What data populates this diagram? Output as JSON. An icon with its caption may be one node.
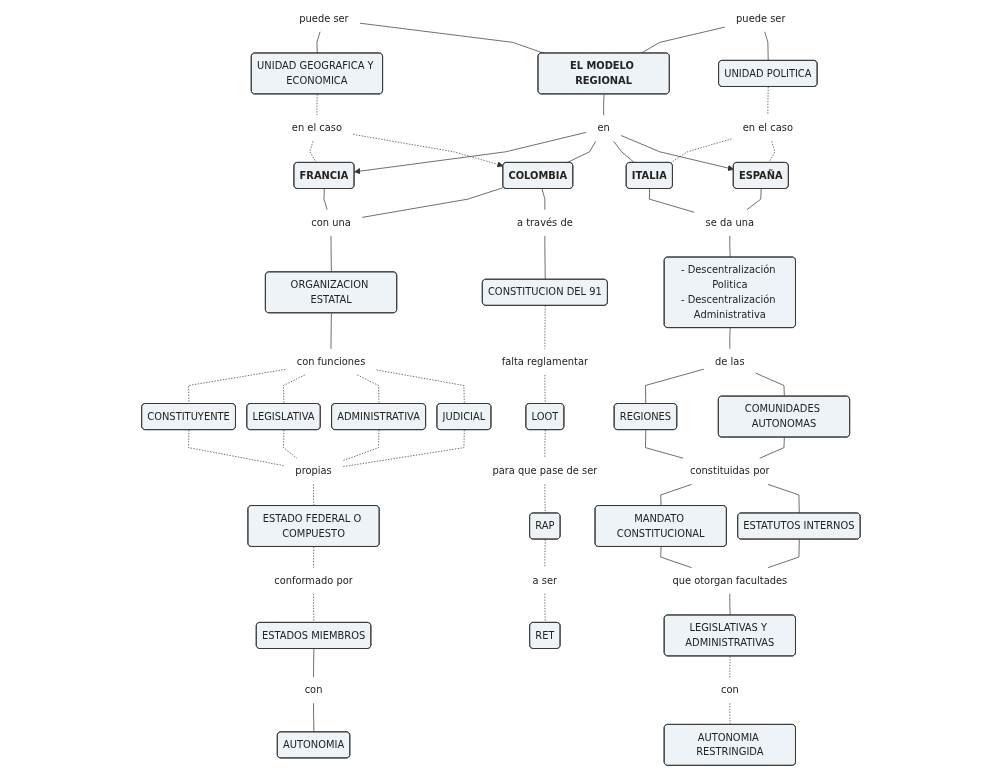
{
  "diagram": {
    "nodes": [
      {
        "text": [
          "UNIDAD GEOGRAFICA Y ECONOMICA"
        ]
      },
      {
        "text": [
          "puede ser"
        ]
      },
      {
        "text": [
          "EL MODELO REGIONAL"
        ]
      },
      {
        "text": [
          "puede ser"
        ]
      },
      {
        "text": [
          "UNIDAD POLITICA"
        ]
      },
      {
        "text": [
          "en el caso"
        ]
      },
      {
        "text": [
          "en"
        ]
      },
      {
        "text": [
          "en el caso"
        ]
      },
      {
        "text": [
          "FRANCIA"
        ]
      },
      {
        "text": [
          "COLOMBIA"
        ]
      },
      {
        "text": [
          "ITALIA"
        ]
      },
      {
        "text": [
          "ESPAÑA"
        ]
      },
      {
        "text": [
          "con una"
        ]
      },
      {
        "text": [
          "a través de"
        ]
      },
      {
        "text": [
          "se da una"
        ]
      },
      {
        "text": [
          "ORGANIZACION ESTATAL"
        ]
      },
      {
        "text": [
          "CONSTITUCION DEL 91"
        ]
      },
      {
        "text": [
          "- Descentralización Politica",
          "- Descentralización Administrativa"
        ]
      },
      {
        "text": [
          "con funciones"
        ]
      },
      {
        "text": [
          "falta reglamentar"
        ]
      },
      {
        "text": [
          "de las"
        ]
      },
      {
        "text": [
          "CONSTITUYENTE"
        ]
      },
      {
        "text": [
          "REGIONES"
        ]
      },
      {
        "text": [
          "COMUNIDADES AUTONOMAS"
        ]
      },
      {
        "text": [
          "LEGISLATIVA"
        ]
      },
      {
        "text": [
          "LOOT"
        ]
      },
      {
        "text": [
          "ADMINISTRATIVA"
        ]
      },
      {
        "text": [
          "constituidas por"
        ]
      },
      {
        "text": [
          "para que pase de ser"
        ]
      },
      {
        "text": [
          "JUDICIAL"
        ]
      },
      {
        "text": [
          "propias"
        ]
      },
      {
        "text": [
          "MANDATO CONSTITUCIONAL"
        ]
      },
      {
        "text": [
          "ESTATUTOS INTERNOS"
        ]
      },
      {
        "text": [
          "RAP"
        ]
      },
      {
        "text": [
          "ESTADO FEDERAL O COMPUESTO"
        ]
      },
      {
        "text": [
          "que otorgan facultades"
        ]
      },
      {
        "text": [
          "a ser"
        ]
      },
      {
        "text": [
          "conformado por"
        ]
      },
      {
        "text": [
          "RET"
        ]
      },
      {
        "text": [
          "ESTADOS MIEMBROS"
        ]
      },
      {
        "text": [
          "LEGISLATIVAS Y ADMINISTRATIVAS"
        ]
      },
      {
        "text": [
          "con"
        ]
      },
      {
        "text": [
          "con"
        ]
      },
      {
        "text": [
          "AUTONOMIA"
        ]
      },
      {
        "text": [
          "AUTONOMIA RESTRINGIDA"
        ]
      }
    ],
    "edges": [
      {
        "from": 1,
        "to": 0,
        "arrow": "none"
      },
      {
        "from": 1,
        "to": 2,
        "arrow": "none"
      },
      {
        "from": 3,
        "to": 2,
        "arrow": "none"
      },
      {
        "from": 3,
        "to": 4,
        "arrow": "none"
      },
      {
        "from": 0,
        "to": 5,
        "arrow": "none",
        "style": "dashed"
      },
      {
        "from": 5,
        "to": 8,
        "arrow": "none",
        "style": "dashed"
      },
      {
        "from": 5,
        "to": 9,
        "arrow": "to",
        "style": "dashed"
      },
      {
        "from": 2,
        "to": 6,
        "arrow": "none"
      },
      {
        "from": 6,
        "to": 8,
        "arrow": "to"
      },
      {
        "from": 6,
        "to": 9,
        "arrow": "none"
      },
      {
        "from": 6,
        "to": 10,
        "arrow": "none"
      },
      {
        "from": 6,
        "to": 11,
        "arrow": "to"
      },
      {
        "from": 4,
        "to": 7,
        "arrow": "none",
        "style": "dashed"
      },
      {
        "from": 7,
        "to": 10,
        "arrow": "none",
        "style": "dashed"
      },
      {
        "from": 7,
        "to": 11,
        "arrow": "none",
        "style": "dashed"
      },
      {
        "from": 8,
        "to": 12,
        "arrow": "none"
      },
      {
        "from": 9,
        "to": 12,
        "arrow": "none"
      },
      {
        "from": 12,
        "to": 15,
        "arrow": "none"
      },
      {
        "from": 9,
        "to": 13,
        "arrow": "none"
      },
      {
        "from": 13,
        "to": 16,
        "arrow": "none"
      },
      {
        "from": 10,
        "to": 14,
        "arrow": "none"
      },
      {
        "from": 11,
        "to": 14,
        "arrow": "none"
      },
      {
        "from": 14,
        "to": 17,
        "arrow": "none"
      },
      {
        "from": 15,
        "to": 18,
        "arrow": "none"
      },
      {
        "from": 18,
        "to": 21,
        "arrow": "none",
        "style": "dashed"
      },
      {
        "from": 18,
        "to": 24,
        "arrow": "none",
        "style": "dashed"
      },
      {
        "from": 18,
        "to": 26,
        "arrow": "none",
        "style": "dashed"
      },
      {
        "from": 18,
        "to": 29,
        "arrow": "none",
        "style": "dashed"
      },
      {
        "from": 21,
        "to": 30,
        "arrow": "none",
        "style": "dashed"
      },
      {
        "from": 24,
        "to": 30,
        "arrow": "none",
        "style": "dashed"
      },
      {
        "from": 26,
        "to": 30,
        "arrow": "none",
        "style": "dashed"
      },
      {
        "from": 29,
        "to": 30,
        "arrow": "none",
        "style": "dashed"
      },
      {
        "from": 30,
        "to": 34,
        "arrow": "none",
        "style": "dashed"
      },
      {
        "from": 34,
        "to": 37,
        "arrow": "none",
        "style": "dashed"
      },
      {
        "from": 37,
        "to": 39,
        "arrow": "none",
        "style": "dashed"
      },
      {
        "from": 39,
        "to": 41,
        "arrow": "none"
      },
      {
        "from": 41,
        "to": 43,
        "arrow": "none"
      },
      {
        "from": 16,
        "to": 19,
        "arrow": "none",
        "style": "dashed"
      },
      {
        "from": 19,
        "to": 25,
        "arrow": "none",
        "style": "dashed"
      },
      {
        "from": 25,
        "to": 28,
        "arrow": "none",
        "style": "dashed"
      },
      {
        "from": 28,
        "to": 33,
        "arrow": "none",
        "style": "dashed"
      },
      {
        "from": 33,
        "to": 36,
        "arrow": "none",
        "style": "dashed"
      },
      {
        "from": 36,
        "to": 38,
        "arrow": "none",
        "style": "dashed"
      },
      {
        "from": 17,
        "to": 20,
        "arrow": "none"
      },
      {
        "from": 20,
        "to": 22,
        "arrow": "none"
      },
      {
        "from": 20,
        "to": 23,
        "arrow": "none"
      },
      {
        "from": 22,
        "to": 27,
        "arrow": "none"
      },
      {
        "from": 23,
        "to": 27,
        "arrow": "none"
      },
      {
        "from": 27,
        "to": 31,
        "arrow": "none"
      },
      {
        "from": 27,
        "to": 32,
        "arrow": "none"
      },
      {
        "from": 31,
        "to": 35,
        "arrow": "none"
      },
      {
        "from": 32,
        "to": 35,
        "arrow": "none"
      },
      {
        "from": 35,
        "to": 40,
        "arrow": "none"
      },
      {
        "from": 40,
        "to": 42,
        "arrow": "none",
        "style": "dashed"
      },
      {
        "from": 42,
        "to": 44,
        "arrow": "none",
        "style": "dashed"
      }
    ]
  }
}
